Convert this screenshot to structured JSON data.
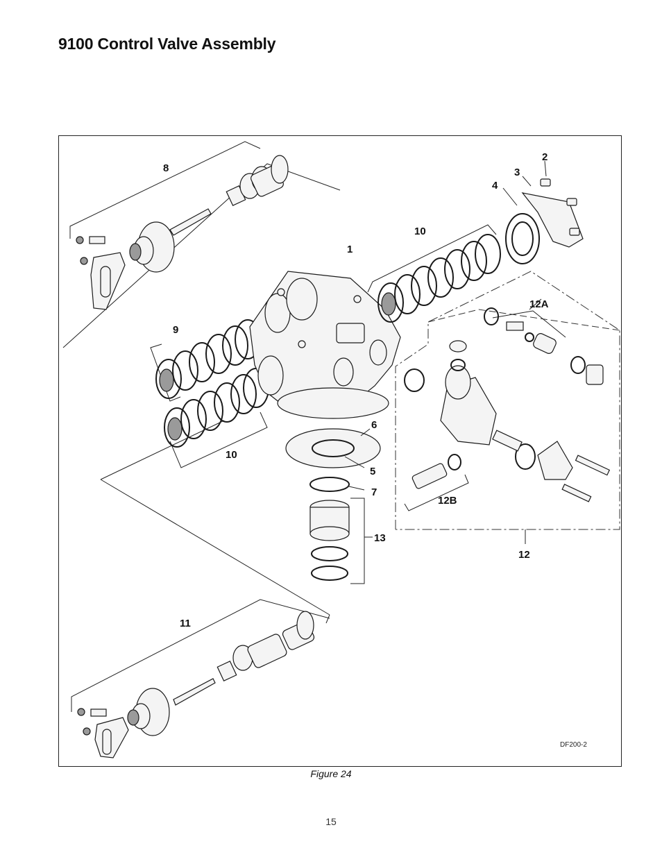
{
  "page": {
    "title": "9100 Control Valve Assembly",
    "figure_caption": "Figure 24",
    "page_number": "15"
  },
  "figure": {
    "drawing_id": "DF200-2",
    "callouts": {
      "c1": "1",
      "c2": "2",
      "c3": "3",
      "c4": "4",
      "c5": "5",
      "c6": "6",
      "c7": "7",
      "c8": "8",
      "c9": "9",
      "c10a": "10",
      "c10b": "10",
      "c11": "11",
      "c12": "12",
      "c12a": "12A",
      "c12b": "12B",
      "c13": "13"
    }
  }
}
